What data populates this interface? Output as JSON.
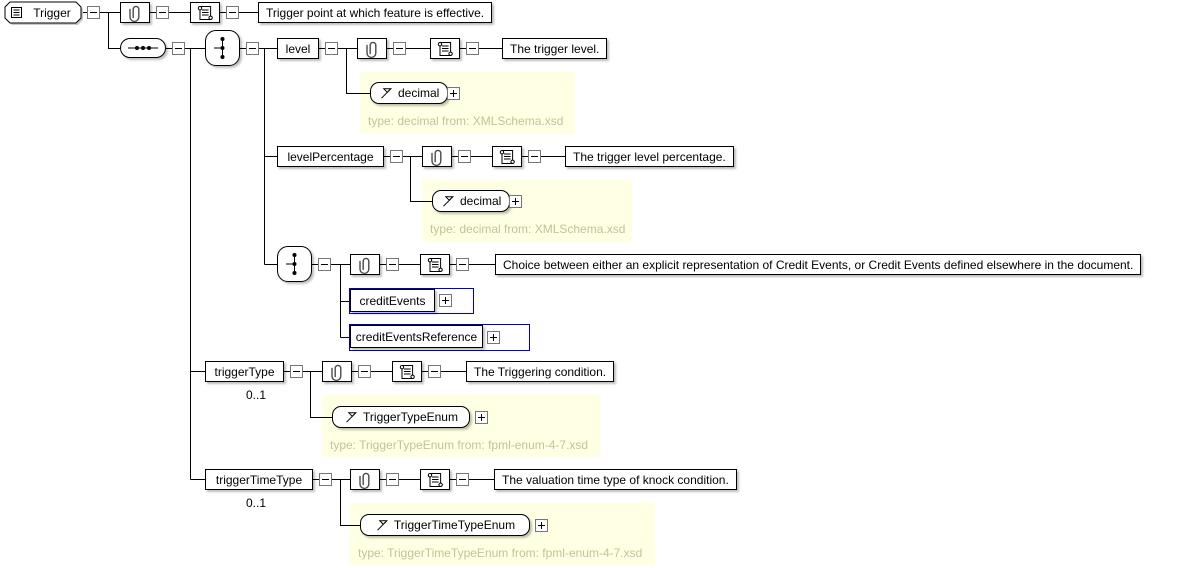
{
  "root": {
    "label": "Trigger",
    "annotation": "Trigger point at which feature is effective."
  },
  "nodes": {
    "level": {
      "label": "level",
      "annotation": "The trigger level.",
      "type_name": "decimal",
      "type_caption": "type: decimal from: XMLSchema.xsd"
    },
    "levelPercentage": {
      "label": "levelPercentage",
      "annotation": "The trigger level percentage.",
      "type_name": "decimal",
      "type_caption": "type: decimal from: XMLSchema.xsd"
    },
    "choice": {
      "annotation": "Choice between either an explicit representation of Credit Events, or Credit Events defined elsewhere in the document.",
      "options": [
        {
          "label": "creditEvents"
        },
        {
          "label": "creditEventsReference"
        }
      ]
    },
    "triggerType": {
      "label": "triggerType",
      "occurs": "0..1",
      "annotation": "The Triggering condition.",
      "type_name": "TriggerTypeEnum",
      "type_caption": "type: TriggerTypeEnum from: fpml-enum-4-7.xsd"
    },
    "triggerTimeType": {
      "label": "triggerTimeType",
      "occurs": "0..1",
      "annotation": "The valuation time type of knock condition.",
      "type_name": "TriggerTimeTypeEnum",
      "type_caption": "type: TriggerTimeTypeEnum from: fpml-enum-4-7.xsd"
    }
  },
  "icons": {
    "attributes": "paperclip-icon",
    "annotation": "scroll-icon",
    "type": "pennant-icon",
    "sequence": "sequence-icon",
    "choice": "choice-icon",
    "element": "element-icon"
  },
  "colors": {
    "type_panel_bg": "#ffffe4",
    "type_caption_text": "#c3c398",
    "reference_frame_border": "#0000cc",
    "connector_line": "#000000",
    "box_border": "#000000"
  }
}
